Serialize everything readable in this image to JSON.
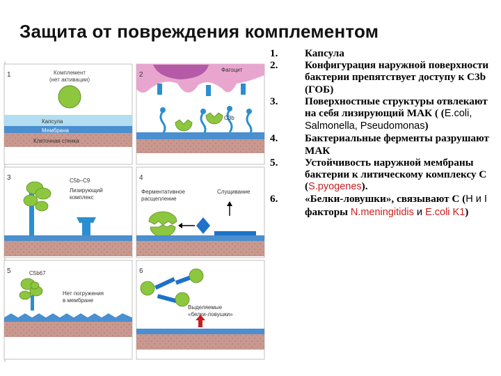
{
  "title": "Защита от повреждения комплементом",
  "figure": {
    "panel_numbers": [
      "1",
      "2",
      "3",
      "4",
      "5",
      "6"
    ],
    "labels": {
      "complement": "Комплемент",
      "not_activated": "(нет активации)",
      "capsule": "Капсула",
      "membrane": "Мембрана",
      "cell_wall": "Клеточная стенка",
      "phagocyte": "Фагоцит",
      "c3b": "С3b",
      "c5b_c9": "С5b–С9",
      "lysing": "Лизирующий",
      "complex": "комплекс",
      "enzymatic": "Ферментативное",
      "cleavage": "расщепление",
      "shedding": "Слущивание",
      "c5b67": "С5b67",
      "no_insertion": "Нет погружения",
      "in_membrane": "в мембране",
      "release": "Выделяемые",
      "trap_proteins": "«белки-ловушки»"
    },
    "colors": {
      "capsule": "#b3ddf0",
      "membrane": "#4a8fcf",
      "cell_wall": "#c9988f",
      "complement": "#8dc63f",
      "phagocyte": "#e8a6cf",
      "c3b_stalk": "#2a8fd0",
      "inhibitor": "#1e72c8"
    }
  },
  "list": [
    {
      "num": "1.",
      "text": "Капсула"
    },
    {
      "num": "2.",
      "text": "Конфигурация наружной поверхности бактерии препятствует доступу к С3b (ГОБ)"
    },
    {
      "num": "3.",
      "pre": "Поверхностные структуры отвлекают на себя лизирующий МАК ( (",
      "sans": "E.coli, Salmonella, Pseudomonas",
      "post": ")"
    },
    {
      "num": "4.",
      "text": "Бактериальные ферменты разрушают МАК"
    },
    {
      "num": "5.",
      "pre": "Устойчивость наружной мембраны бактерии к литическому комплексу С (",
      "red": "S.pyogenes",
      "post": ")."
    },
    {
      "num": "6.",
      "pre": "«Белки-ловушки», связывают С (",
      "sans": "H и I",
      "mid": " факторы ",
      "red1": "N.meningitidis",
      "and": " и ",
      "red2": "E.coli K1",
      "post": ")"
    }
  ]
}
